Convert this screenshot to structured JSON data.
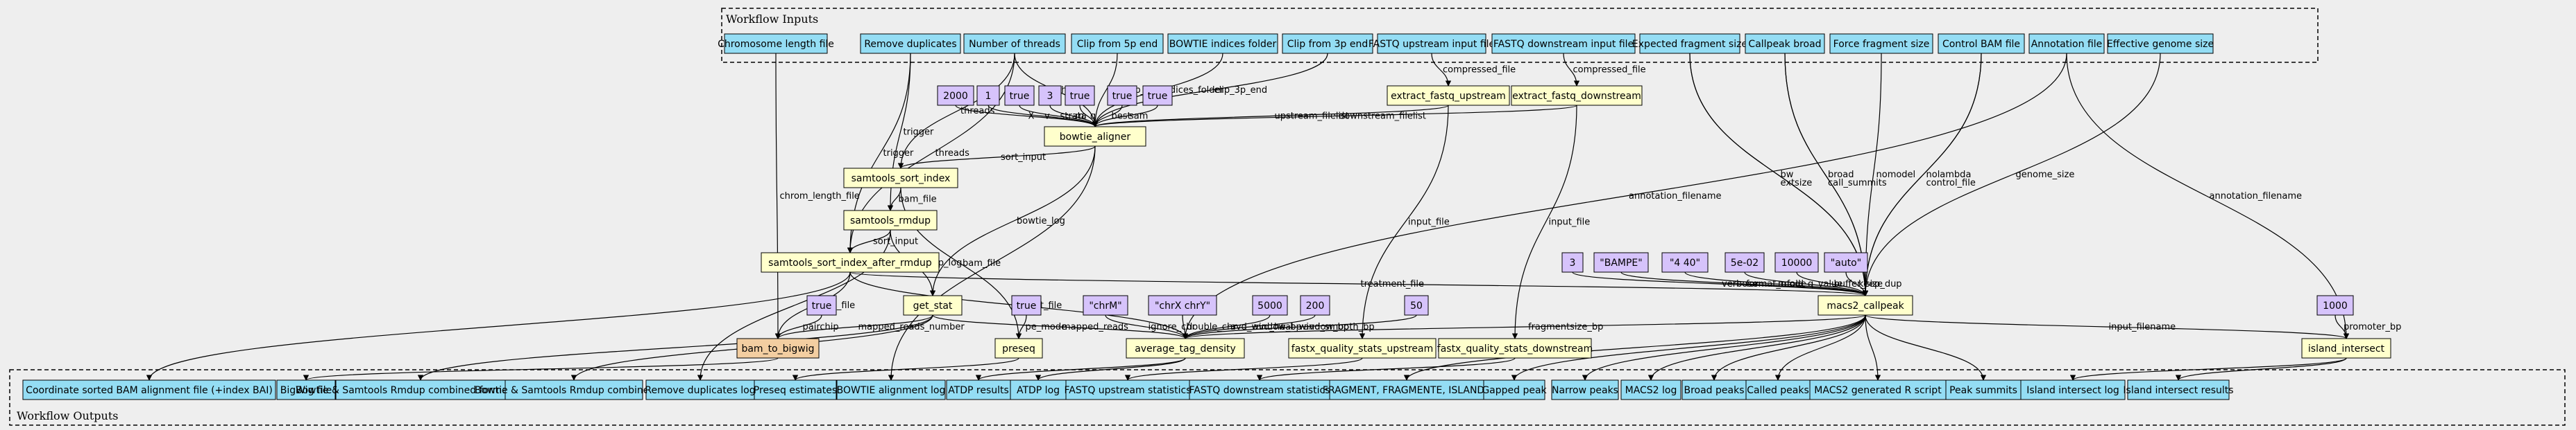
{
  "clusters": {
    "inputs_title": "Workflow Inputs",
    "outputs_title": "Workflow Outputs"
  },
  "colors": {
    "background": "#eeeeee",
    "io_fill": "#94DDF4",
    "step_fill": "#FFFFCC",
    "param_fill": "#D6C3FB",
    "special_fill": "#F3CEA1"
  },
  "inputs": [
    {
      "id": "in_chrom",
      "label": "Chromosome length file"
    },
    {
      "id": "in_dup",
      "label": "Remove duplicates"
    },
    {
      "id": "in_threads",
      "label": "Number of threads"
    },
    {
      "id": "in_clip5",
      "label": "Clip from 5p end"
    },
    {
      "id": "in_bowtie",
      "label": "BOWTIE indices folder"
    },
    {
      "id": "in_clip3",
      "label": "Clip from 3p end"
    },
    {
      "id": "in_fqup",
      "label": "FASTQ upstream input file"
    },
    {
      "id": "in_fqdown",
      "label": "FASTQ downstream input file"
    },
    {
      "id": "in_frag",
      "label": "Expected fragment size"
    },
    {
      "id": "in_broad",
      "label": "Callpeak broad"
    },
    {
      "id": "in_force",
      "label": "Force fragment size"
    },
    {
      "id": "in_control",
      "label": "Control BAM file"
    },
    {
      "id": "in_annot",
      "label": "Annotation file"
    },
    {
      "id": "in_genome",
      "label": "Effective genome size"
    }
  ],
  "steps": [
    {
      "id": "s_extract_up",
      "label": "extract_fastq_upstream"
    },
    {
      "id": "s_extract_down",
      "label": "extract_fastq_downstream"
    },
    {
      "id": "s_bowtie",
      "label": "bowtie_aligner"
    },
    {
      "id": "s_sort",
      "label": "samtools_sort_index"
    },
    {
      "id": "s_rmdup",
      "label": "samtools_rmdup"
    },
    {
      "id": "s_sort2",
      "label": "samtools_sort_index_after_rmdup"
    },
    {
      "id": "s_getstat",
      "label": "get_stat"
    },
    {
      "id": "s_preseq",
      "label": "preseq"
    },
    {
      "id": "s_atdp",
      "label": "average_tag_density"
    },
    {
      "id": "s_fqs_up",
      "label": "fastx_quality_stats_upstream"
    },
    {
      "id": "s_fqs_down",
      "label": "fastx_quality_stats_downstream"
    },
    {
      "id": "s_macs2",
      "label": "macs2_callpeak"
    },
    {
      "id": "s_island",
      "label": "island_intersect"
    },
    {
      "id": "s_bigwig",
      "label": "bam_to_bigwig"
    }
  ],
  "params": [
    {
      "id": "p_2000",
      "label": "2000"
    },
    {
      "id": "p_1",
      "label": "1"
    },
    {
      "id": "p_true1",
      "label": "true"
    },
    {
      "id": "p_3",
      "label": "3"
    },
    {
      "id": "p_true2",
      "label": "true"
    },
    {
      "id": "p_true3",
      "label": "true"
    },
    {
      "id": "p_true4",
      "label": "true"
    },
    {
      "id": "p_m3",
      "label": "3"
    },
    {
      "id": "p_bampe",
      "label": "\"BAMPE\""
    },
    {
      "id": "p_440",
      "label": "\"4 40\""
    },
    {
      "id": "p_5e02",
      "label": "5e-02"
    },
    {
      "id": "p_10000",
      "label": "10000"
    },
    {
      "id": "p_auto",
      "label": "\"auto\""
    },
    {
      "id": "p_1000",
      "label": "1000"
    },
    {
      "id": "p_bw_true",
      "label": "true"
    },
    {
      "id": "p_pre_true",
      "label": "true"
    },
    {
      "id": "p_chrM",
      "label": "\"chrM\""
    },
    {
      "id": "p_chrXY",
      "label": "\"chrX chrY\""
    },
    {
      "id": "p_5000",
      "label": "5000"
    },
    {
      "id": "p_200",
      "label": "200"
    },
    {
      "id": "p_50",
      "label": "50"
    }
  ],
  "outputs": [
    {
      "id": "o_bam",
      "label": "Coordinate sorted BAM alignment file (+index BAI)"
    },
    {
      "id": "o_bigwig",
      "label": "BigWig file"
    },
    {
      "id": "o_bsfmt",
      "label": "Bowtie & Samtools Rmdup combined formatted log"
    },
    {
      "id": "o_bslog",
      "label": "Bowtie & Samtools Rmdup combined log"
    },
    {
      "id": "o_rmdup",
      "label": "Remove duplicates log"
    },
    {
      "id": "o_preseq",
      "label": "Preseq estimates"
    },
    {
      "id": "o_bowtie",
      "label": "BOWTIE alignment log"
    },
    {
      "id": "o_atdpres",
      "label": "ATDP results"
    },
    {
      "id": "o_atdplog",
      "label": "ATDP log"
    },
    {
      "id": "o_fqsup",
      "label": "FASTQ upstream statistics"
    },
    {
      "id": "o_fqsdown",
      "label": "FASTQ downstream statistics"
    },
    {
      "id": "o_frag",
      "label": "FRAGMENT, FRAGMENTE, ISLANDS"
    },
    {
      "id": "o_gapped",
      "label": "Gapped peak"
    },
    {
      "id": "o_narrow",
      "label": "Narrow peaks"
    },
    {
      "id": "o_macs2log",
      "label": "MACS2 log"
    },
    {
      "id": "o_broad",
      "label": "Broad peaks"
    },
    {
      "id": "o_called",
      "label": "Called peaks"
    },
    {
      "id": "o_rscript",
      "label": "MACS2 generated R script"
    },
    {
      "id": "o_summits",
      "label": "Peak summits"
    },
    {
      "id": "o_islog",
      "label": "Island intersect log"
    },
    {
      "id": "o_isres",
      "label": "Island intersect results"
    }
  ],
  "edge_labels": [
    {
      "id": "e_chrom_len",
      "label": "chrom_length_file"
    },
    {
      "id": "e_trigger1",
      "label": "trigger"
    },
    {
      "id": "e_trigger2",
      "label": "trigger"
    },
    {
      "id": "e_threads1",
      "label": "threads"
    },
    {
      "id": "e_threads2",
      "label": "threads"
    },
    {
      "id": "e_threads3",
      "label": "threads"
    },
    {
      "id": "e_clip5",
      "label": "clip_5p_end"
    },
    {
      "id": "e_indices",
      "label": "indices_folder"
    },
    {
      "id": "e_clip3",
      "label": "clip_3p_end"
    },
    {
      "id": "e_comp1",
      "label": "compressed_file"
    },
    {
      "id": "e_comp2",
      "label": "compressed_file"
    },
    {
      "id": "e_upfile",
      "label": "upstream_filelist"
    },
    {
      "id": "e_downfile",
      "label": "downstream_filelist"
    },
    {
      "id": "e_X",
      "label": "X"
    },
    {
      "id": "e_v",
      "label": "v"
    },
    {
      "id": "e_strata",
      "label": "strata"
    },
    {
      "id": "e_m",
      "label": "m"
    },
    {
      "id": "e_q",
      "label": "q"
    },
    {
      "id": "e_best",
      "label": "best"
    },
    {
      "id": "e_sam",
      "label": "sam"
    },
    {
      "id": "e_sort_input",
      "label": "sort_input"
    },
    {
      "id": "e_bam_file1",
      "label": "bam_file"
    },
    {
      "id": "e_bowtie_log",
      "label": "bowtie_log"
    },
    {
      "id": "e_bam_file2",
      "label": "bam_file"
    },
    {
      "id": "e_sort_input2",
      "label": "sort_input"
    },
    {
      "id": "e_rmdup_log",
      "label": "rmdup_log"
    },
    {
      "id": "e_bam_file3",
      "label": "bam_file"
    },
    {
      "id": "e_pairchip",
      "label": "pairchip"
    },
    {
      "id": "e_mapped1",
      "label": "mapped_reads_number"
    },
    {
      "id": "e_mapped2",
      "label": "mapped_reads"
    },
    {
      "id": "e_pe_mode",
      "label": "pe_mode"
    },
    {
      "id": "e_input_file1",
      "label": "input_file"
    },
    {
      "id": "e_input_file2",
      "label": "input_file"
    },
    {
      "id": "e_input_file3",
      "label": "input_file"
    },
    {
      "id": "e_ignore",
      "label": "ignore_chr"
    },
    {
      "id": "e_double",
      "label": "double_chr"
    },
    {
      "id": "e_avd_window",
      "label": "avd_window_bp"
    },
    {
      "id": "e_avd_heat",
      "label": "avd_heat_window_bp"
    },
    {
      "id": "e_avd_smooth",
      "label": "avd_smooth_bp"
    },
    {
      "id": "e_treatment",
      "label": "treatment_file"
    },
    {
      "id": "e_fragsize",
      "label": "fragmentsize_bp"
    },
    {
      "id": "e_verbose",
      "label": "verbose"
    },
    {
      "id": "e_format",
      "label": "format_mode"
    },
    {
      "id": "e_mfold",
      "label": "mfold"
    },
    {
      "id": "e_qvalue",
      "label": "q_value"
    },
    {
      "id": "e_buffer",
      "label": "buffer_size"
    },
    {
      "id": "e_keepdup",
      "label": "keep_dup"
    },
    {
      "id": "e_bw",
      "label": "bw"
    },
    {
      "id": "e_extsize",
      "label": "extsize"
    },
    {
      "id": "e_broad",
      "label": "broad"
    },
    {
      "id": "e_summits",
      "label": "call_summits"
    },
    {
      "id": "e_nomodel",
      "label": "nomodel"
    },
    {
      "id": "e_nolambda",
      "label": "nolambda"
    },
    {
      "id": "e_control",
      "label": "control_file"
    },
    {
      "id": "e_genome",
      "label": "genome_size"
    },
    {
      "id": "e_annot1",
      "label": "annotation_filename"
    },
    {
      "id": "e_annot2",
      "label": "annotation_filename"
    },
    {
      "id": "e_input_filename",
      "label": "input_filename"
    },
    {
      "id": "e_promoter",
      "label": "promoter_bp"
    }
  ]
}
